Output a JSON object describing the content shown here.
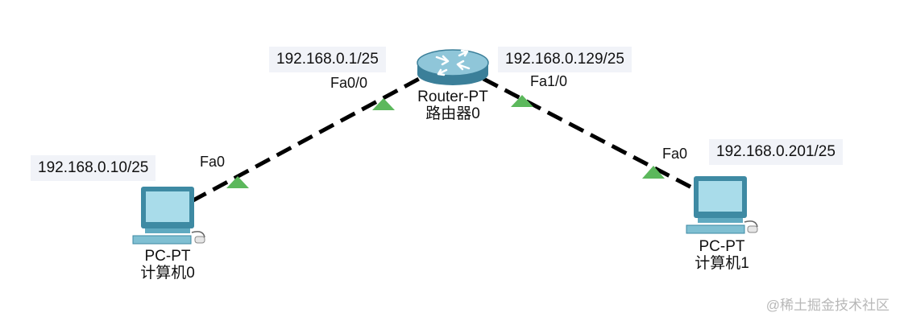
{
  "router": {
    "model": "Router-PT",
    "name": "路由器0"
  },
  "pc0": {
    "model": "PC-PT",
    "name": "计算机0"
  },
  "pc1": {
    "model": "PC-PT",
    "name": "计算机1"
  },
  "router_fa00": {
    "ip": "192.168.0.1/25",
    "port": "Fa0/0"
  },
  "router_fa10": {
    "ip": "192.168.0.129/25",
    "port": "Fa1/0"
  },
  "pc0_if": {
    "ip": "192.168.0.10/25",
    "port": "Fa0"
  },
  "pc1_if": {
    "ip": "192.168.0.201/25",
    "port": "Fa0"
  },
  "watermark": "@稀土掘金技术社区",
  "colors": {
    "link": "#000000",
    "port_up": "#5cb85c",
    "ip_bg": "#f1f3f8",
    "device": "#4a8fa8"
  }
}
